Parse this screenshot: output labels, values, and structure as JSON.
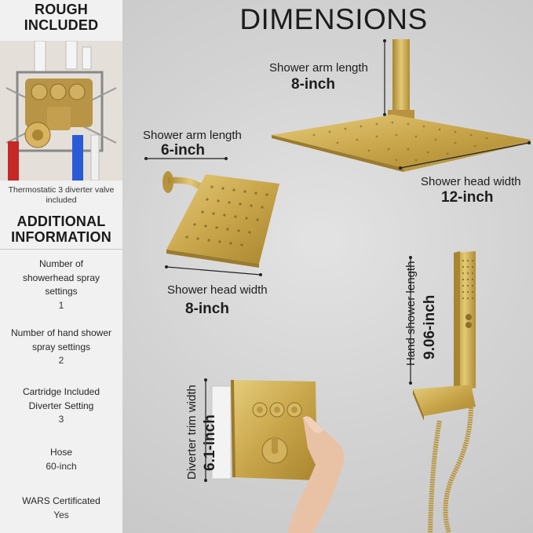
{
  "title": "DIMENSIONS",
  "sidebar": {
    "rough_title": "ROUGH INCLUDED",
    "rough_caption": "Thermostatic 3 diverter valve included",
    "additional_title": "ADDITIONAL INFORMATION",
    "items": [
      {
        "label": "Number of showerhead spray settings",
        "value": "1"
      },
      {
        "label": "Number of hand shower spray settings",
        "value": "2"
      },
      {
        "label": "Cartridge Included Diverter Setting",
        "value": "3"
      },
      {
        "label": "Hose",
        "value": "60-inch"
      },
      {
        "label": "WARS Certificated",
        "value": "Yes"
      }
    ]
  },
  "dimensions": {
    "ceiling_arm_label": "Shower arm length",
    "ceiling_arm_value": "8-inch",
    "ceiling_head_label": "Shower head width",
    "ceiling_head_value": "12-inch",
    "wall_arm_label": "Shower arm length",
    "wall_arm_value": "6-inch",
    "wall_head_label": "Shower head width",
    "wall_head_value": "8-inch",
    "hand_shower_label": "Hand shower length",
    "hand_shower_value": "9.06-inch",
    "trim_label": "Diverter trim width",
    "trim_value": "6.1-inch"
  },
  "colors": {
    "brass": "#c9a64b",
    "brass_dark": "#9c7a2c",
    "brass_light": "#e3c977"
  }
}
